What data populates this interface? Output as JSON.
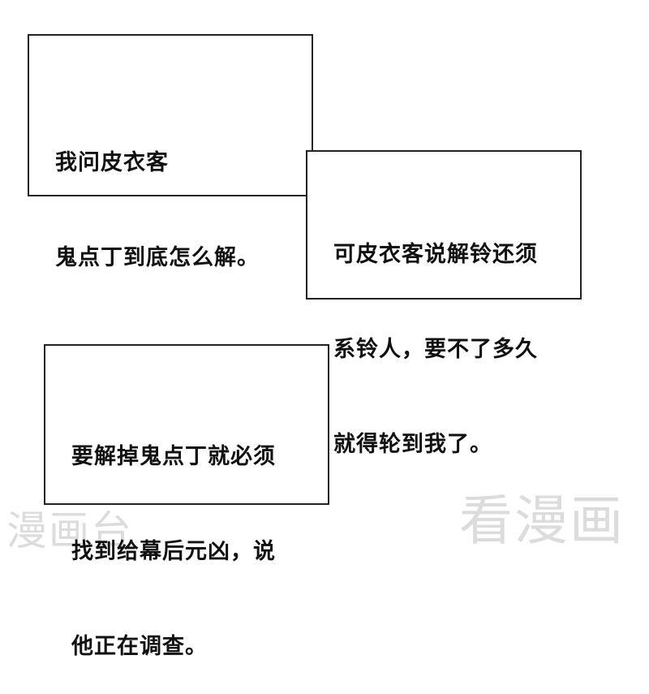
{
  "captions": {
    "first": {
      "lines": [
        "我问皮衣客",
        "鬼点丁到底怎么解。"
      ]
    },
    "second": {
      "lines": [
        "可皮衣客说解铃还须",
        "系铃人，要不了多久",
        "就得轮到我了。"
      ]
    },
    "third": {
      "lines": [
        "要解掉鬼点丁就必须",
        "找到给幕后元凶，说",
        "他正在调查。"
      ]
    }
  },
  "watermarks": {
    "left": "漫画台",
    "right": "看漫画"
  }
}
